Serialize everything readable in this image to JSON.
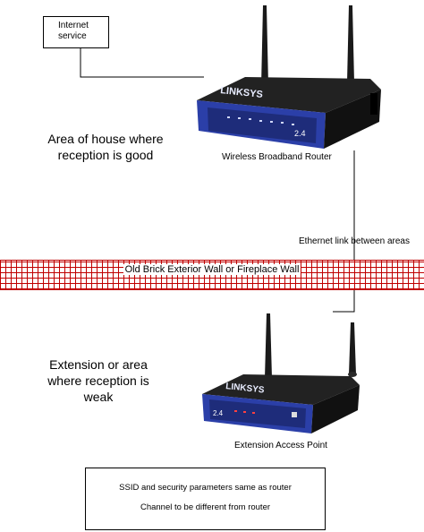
{
  "internet_box": {
    "lines": [
      "Internet",
      "service"
    ]
  },
  "router": {
    "caption": "Wireless Broadband Router",
    "brand": "LINKSYS"
  },
  "good_area": {
    "lines": [
      "Area of house where",
      "reception is good"
    ]
  },
  "ethernet_label": "Ethernet link between areas",
  "wall_label": "Old Brick Exterior Wall or Fireplace Wall",
  "weak_area": {
    "lines": [
      "Extension or area",
      "where reception is",
      "weak"
    ]
  },
  "access_point": {
    "caption": "Extension Access Point",
    "brand": "LINKSYS"
  },
  "note_box": {
    "lines": [
      "SSID and security parameters same as router",
      "Channel to be different from router"
    ]
  },
  "colors": {
    "wall_grid": "#c00000",
    "device_blue": "#2b3fa8",
    "device_dark": "#1b1b1b"
  },
  "icons": {
    "router": "wireless-router-icon",
    "access_point": "access-point-icon"
  }
}
